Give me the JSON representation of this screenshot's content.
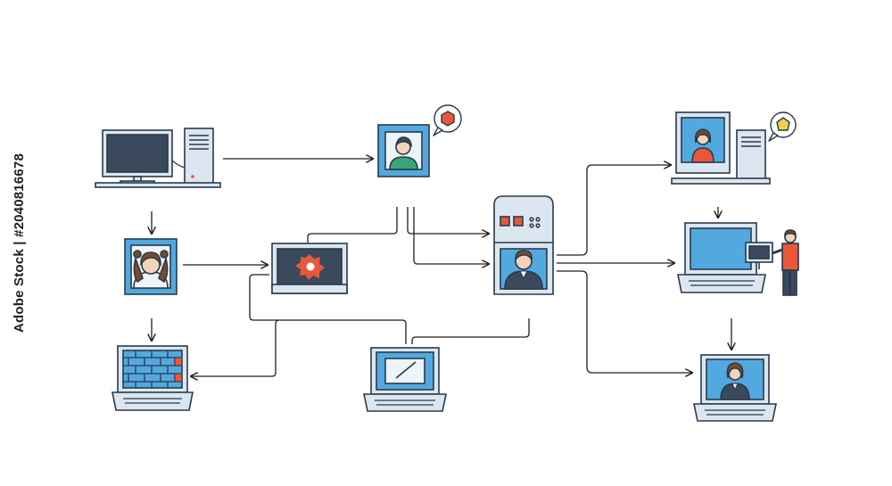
{
  "stock_id": "2040816678",
  "stock_brand": "Adobe Stock",
  "watermark_text": "Adobe Stock",
  "colors": {
    "screen_blue": "#52a9e0",
    "screen_dark": "#3a4a5c",
    "panel_light": "#dbe6f0",
    "outline": "#2a3a4a",
    "accent_orange": "#e8573a",
    "accent_yellow": "#f4cf4f",
    "skin": "#f2d4bc",
    "hair_brown": "#7a4a2e",
    "shirt_green": "#3aa57a",
    "connector": "#1f1f1f"
  },
  "nodes": [
    {
      "id": "desktop-computer-top-left",
      "icon": "desktop-pc-icon"
    },
    {
      "id": "user-profile-top",
      "icon": "user-avatar-icon"
    },
    {
      "id": "chat-bubble-orange",
      "icon": "chat-bubble-hexagon-icon"
    },
    {
      "id": "girl-profile",
      "icon": "girl-avatar-icon"
    },
    {
      "id": "monitor-virus",
      "icon": "monitor-malware-icon"
    },
    {
      "id": "server-unit",
      "icon": "server-with-user-icon"
    },
    {
      "id": "desktop-woman-top-right",
      "icon": "desktop-woman-icon"
    },
    {
      "id": "chat-bubble-yellow",
      "icon": "chat-bubble-pentagon-icon"
    },
    {
      "id": "laptop-presenter",
      "icon": "laptop-presenter-icon"
    },
    {
      "id": "laptop-firewall",
      "icon": "laptop-firewall-icon"
    },
    {
      "id": "laptop-tablet",
      "icon": "laptop-stylus-icon"
    },
    {
      "id": "laptop-woman",
      "icon": "laptop-video-call-icon"
    }
  ]
}
